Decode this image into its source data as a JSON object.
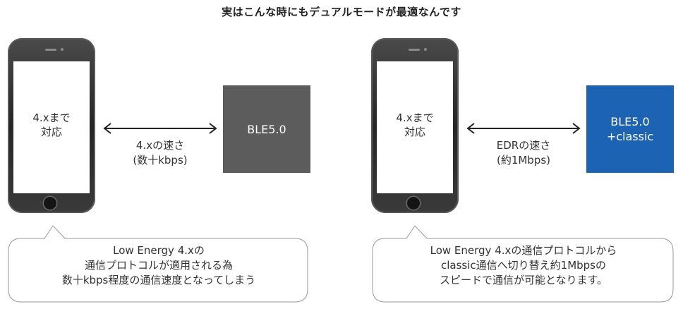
{
  "title": "実はこんな時にもデュアルモードが最適なんです",
  "left": {
    "phone_text": [
      "4.xまで",
      "対応"
    ],
    "speed": [
      "4.xの速さ",
      "(数十kbps)"
    ],
    "device": [
      "BLE5.0"
    ],
    "device_color": "#5c5c5c",
    "bubble": [
      "Low Energy 4.xの",
      "通信プロトコルが適用される為",
      "数十kbps程度の通信速度となってしまう"
    ]
  },
  "right": {
    "phone_text": [
      "4.xまで",
      "対応"
    ],
    "speed": [
      "EDRの速さ",
      "(約1Mbps)"
    ],
    "device": [
      "BLE5.0",
      "+classic"
    ],
    "device_color": "#1c63b3",
    "bubble": [
      "Low Energy 4.xの通信プロトコルから",
      "classic通信へ切り替え約1Mbpsの",
      "スピードで通信が可能となります。"
    ]
  }
}
